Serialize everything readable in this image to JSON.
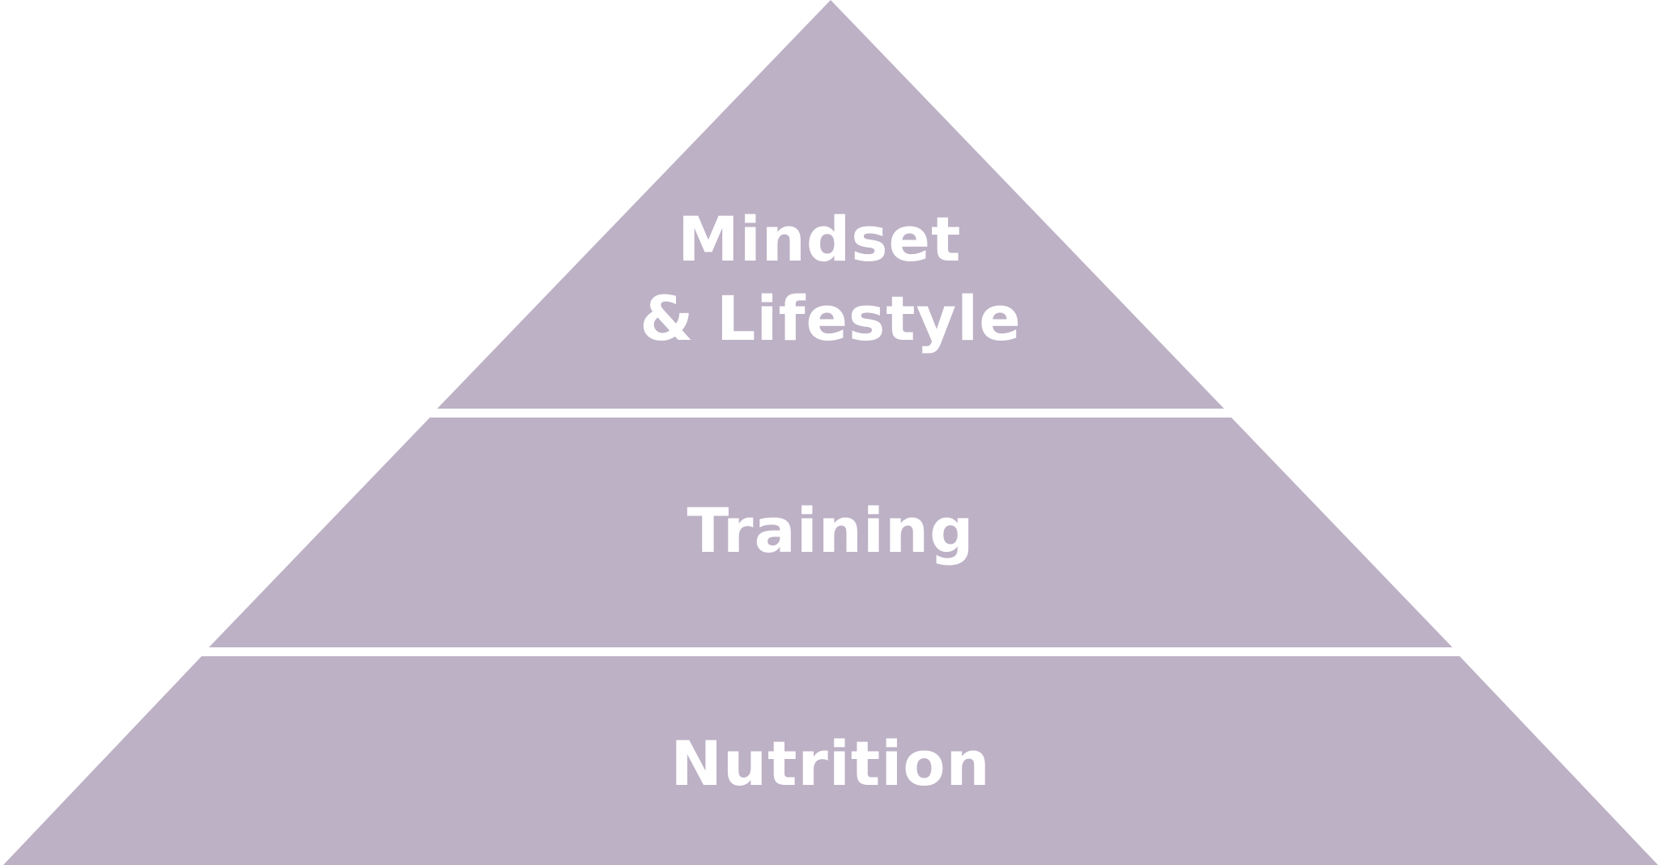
{
  "diagram": {
    "type": "pyramid",
    "fill_color": "#bdb1c6",
    "background_color": "#ffffff",
    "label_color": "#ffffff",
    "tiers": [
      {
        "id": "top",
        "label_lines": [
          "Mindset",
          "& Lifestyle"
        ]
      },
      {
        "id": "middle",
        "label_lines": [
          "Training"
        ]
      },
      {
        "id": "bottom",
        "label_lines": [
          "Nutrition"
        ]
      }
    ]
  }
}
